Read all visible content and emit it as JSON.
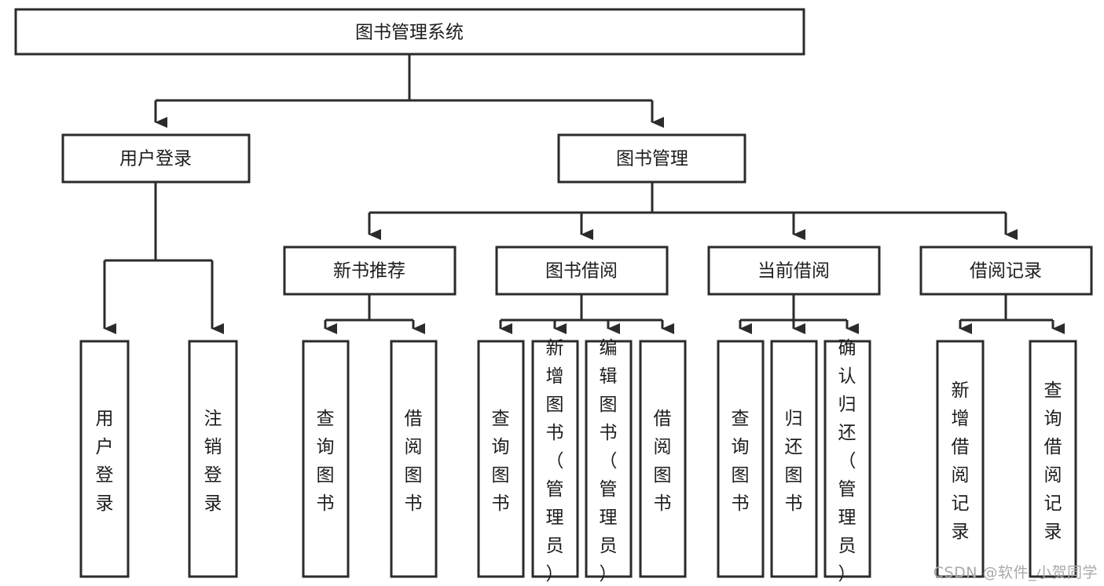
{
  "diagram": {
    "type": "tree-hierarchy",
    "title": "图书管理系统",
    "root": {
      "id": "root",
      "label": "图书管理系统",
      "orientation": "horizontal"
    },
    "level2": [
      {
        "id": "user-login",
        "label": "用户登录",
        "orientation": "horizontal"
      },
      {
        "id": "book-management",
        "label": "图书管理",
        "orientation": "horizontal"
      }
    ],
    "level3": [
      {
        "id": "new-book-recommend",
        "label": "新书推荐",
        "orientation": "horizontal",
        "parent": "book-management"
      },
      {
        "id": "book-borrow",
        "label": "图书借阅",
        "orientation": "horizontal",
        "parent": "book-management"
      },
      {
        "id": "current-borrow",
        "label": "当前借阅",
        "orientation": "horizontal",
        "parent": "book-management"
      },
      {
        "id": "borrow-record",
        "label": "借阅记录",
        "orientation": "horizontal",
        "parent": "book-management"
      }
    ],
    "leaves": [
      {
        "id": "leaf-user-login",
        "label": "用户登录",
        "orientation": "vertical",
        "parent": "user-login"
      },
      {
        "id": "leaf-logout-login",
        "label": "注销登录",
        "orientation": "vertical",
        "parent": "user-login"
      },
      {
        "id": "leaf-query-book-1",
        "label": "查询图书",
        "orientation": "vertical",
        "parent": "new-book-recommend"
      },
      {
        "id": "leaf-borrow-book-1",
        "label": "借阅图书",
        "orientation": "vertical",
        "parent": "new-book-recommend"
      },
      {
        "id": "leaf-query-book-2",
        "label": "查询图书",
        "orientation": "vertical",
        "parent": "book-borrow"
      },
      {
        "id": "leaf-add-book-admin",
        "label": "新增图书（管理员）",
        "orientation": "vertical",
        "parent": "book-borrow"
      },
      {
        "id": "leaf-edit-book-admin",
        "label": "编辑图书（管理员）",
        "orientation": "vertical",
        "parent": "book-borrow"
      },
      {
        "id": "leaf-borrow-book-2",
        "label": "借阅图书",
        "orientation": "vertical",
        "parent": "book-borrow"
      },
      {
        "id": "leaf-query-book-3",
        "label": "查询图书",
        "orientation": "vertical",
        "parent": "current-borrow"
      },
      {
        "id": "leaf-return-book",
        "label": "归还图书",
        "orientation": "vertical",
        "parent": "current-borrow"
      },
      {
        "id": "leaf-confirm-return-admin",
        "label": "确认归还（管理员）",
        "orientation": "vertical",
        "parent": "current-borrow"
      },
      {
        "id": "leaf-add-borrow-record",
        "label": "新增借阅记录",
        "orientation": "vertical",
        "parent": "borrow-record"
      },
      {
        "id": "leaf-query-borrow-record",
        "label": "查询借阅记录",
        "orientation": "vertical",
        "parent": "borrow-record"
      }
    ],
    "colors": {
      "stroke": "#2b2b2b",
      "fill": "#ffffff",
      "text": "#1d1d1d",
      "background": "#ffffff",
      "watermark": "#a9a9a9"
    }
  },
  "watermark": {
    "text": "CSDN @软件_小贺同学"
  }
}
